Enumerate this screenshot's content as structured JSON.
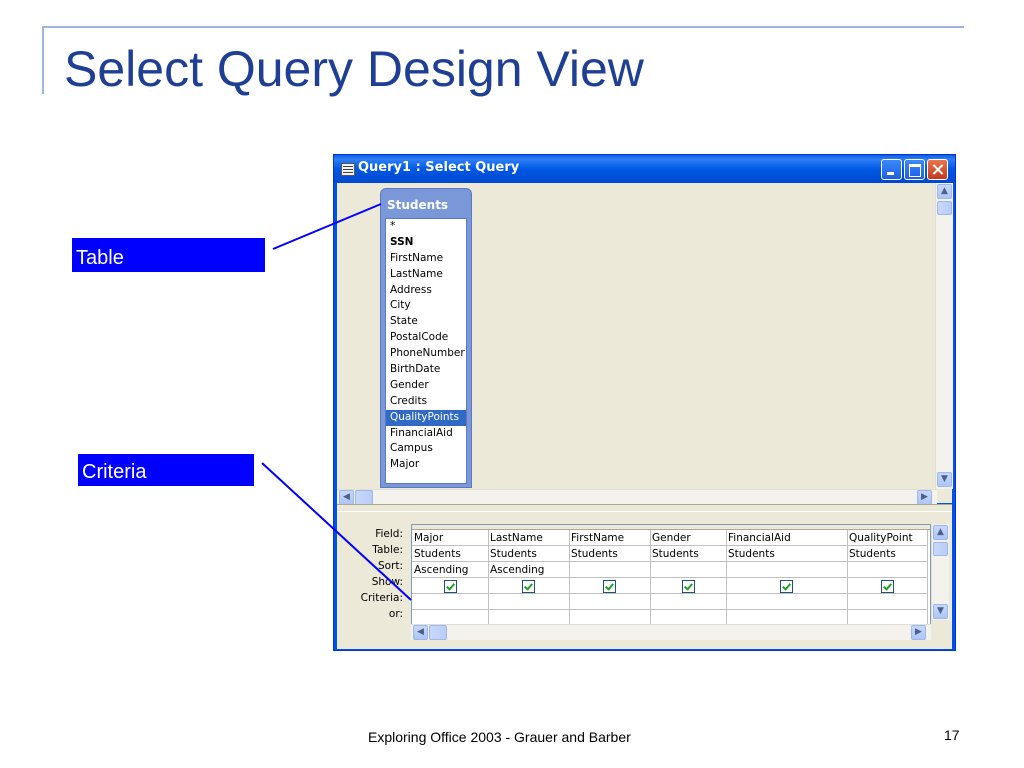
{
  "slide": {
    "title": "Select Query Design View",
    "footer": "Exploring Office 2003 - Grauer and Barber",
    "page_number": "17",
    "callouts": {
      "table": "Table",
      "criteria": "Criteria"
    }
  },
  "window": {
    "title": "Query1 : Select Query",
    "table_box": {
      "name": "Students",
      "fields": [
        "*",
        "SSN",
        "FirstName",
        "LastName",
        "Address",
        "City",
        "State",
        "PostalCode",
        "PhoneNumber",
        "BirthDate",
        "Gender",
        "Credits",
        "QualityPoints",
        "FinancialAid",
        "Campus",
        "Major"
      ],
      "selected_field": "QualityPoints"
    },
    "grid": {
      "row_labels": [
        "Field:",
        "Table:",
        "Sort:",
        "Show:",
        "Criteria:",
        "or:"
      ],
      "columns": [
        {
          "field": "Major",
          "table": "Students",
          "sort": "Ascending",
          "show": true,
          "criteria": "",
          "or": ""
        },
        {
          "field": "LastName",
          "table": "Students",
          "sort": "Ascending",
          "show": true,
          "criteria": "",
          "or": ""
        },
        {
          "field": "FirstName",
          "table": "Students",
          "sort": "",
          "show": true,
          "criteria": "",
          "or": ""
        },
        {
          "field": "Gender",
          "table": "Students",
          "sort": "",
          "show": true,
          "criteria": "",
          "or": ""
        },
        {
          "field": "FinancialAid",
          "table": "Students",
          "sort": "",
          "show": true,
          "criteria": "",
          "or": ""
        },
        {
          "field": "QualityPoint",
          "table": "Students",
          "sort": "",
          "show": true,
          "criteria": "",
          "or": ""
        }
      ]
    }
  },
  "colors": {
    "title_blue": "#1f3f94",
    "callout_blue": "#0000ff",
    "xp_titlebar": "#0058e4",
    "selection": "#316ac5"
  }
}
